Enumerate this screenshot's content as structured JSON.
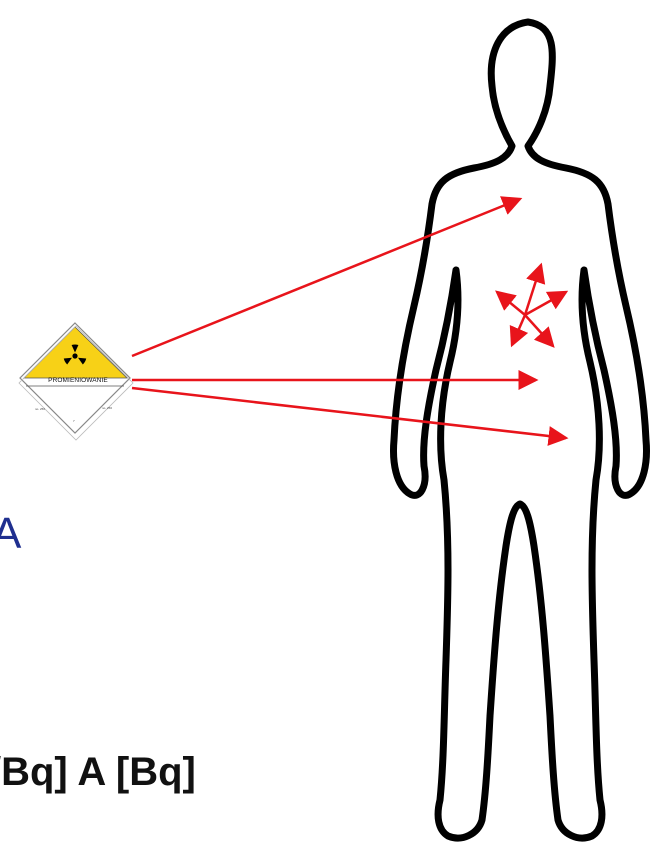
{
  "hazard_sign": {
    "label": "PROMIENIOWANIE",
    "top_color": "#f7d117",
    "symbol": "radiation-trefoil-icon"
  },
  "left_text": {
    "letter": "A",
    "formula": "/Bq] A [Bq]",
    "letter_color": "#1f2f8f"
  },
  "arrow_color": "#e8141b"
}
